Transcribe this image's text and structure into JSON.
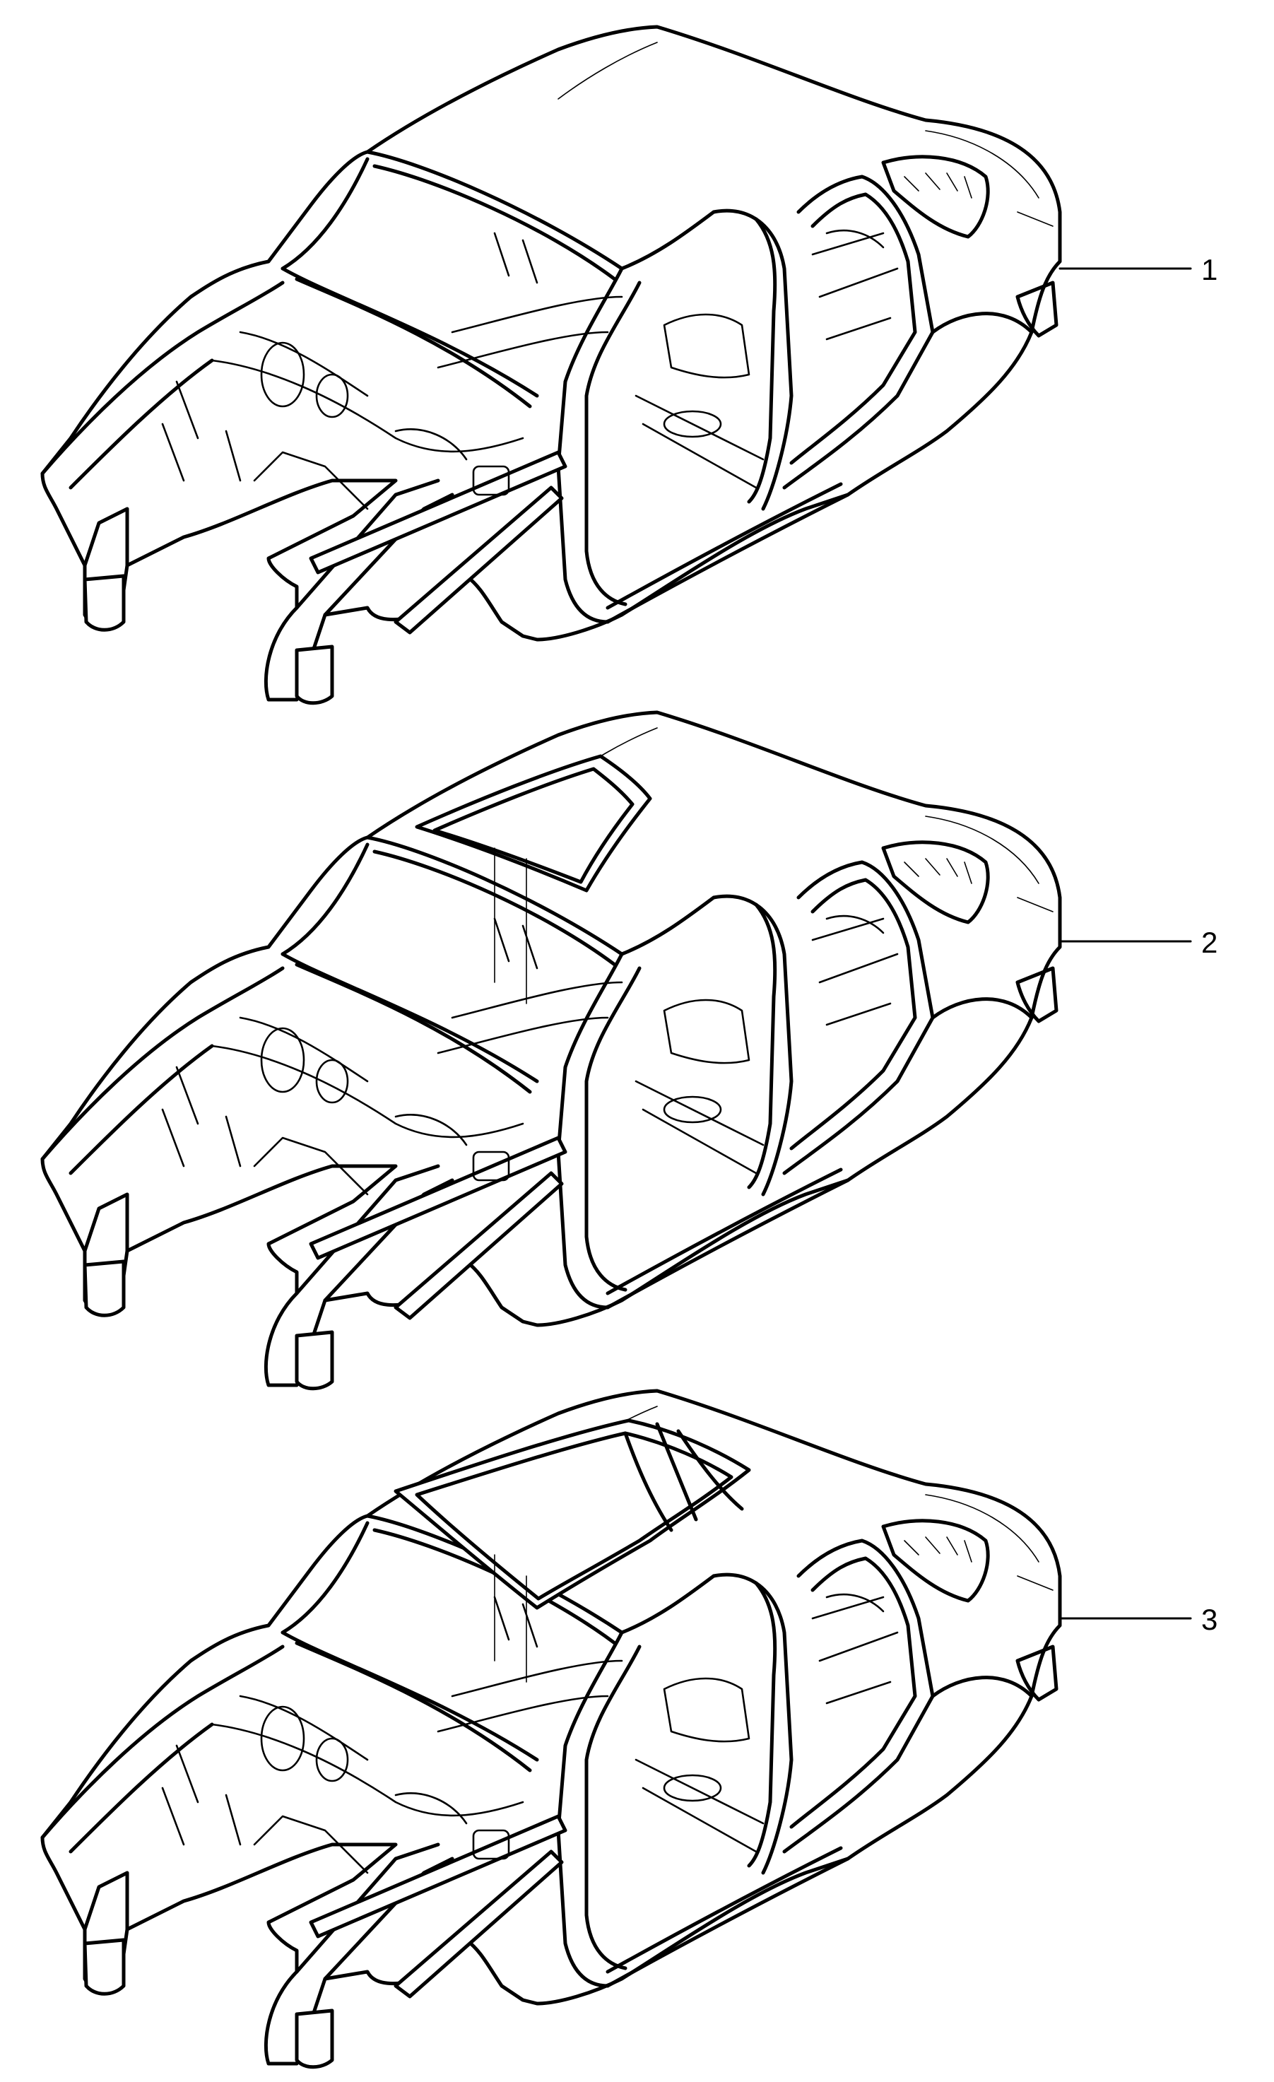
{
  "diagram": {
    "callouts": [
      {
        "number": "1",
        "variant": "solid-roof"
      },
      {
        "number": "2",
        "variant": "sunroof"
      },
      {
        "number": "3",
        "variant": "panoramic-roof"
      }
    ]
  }
}
